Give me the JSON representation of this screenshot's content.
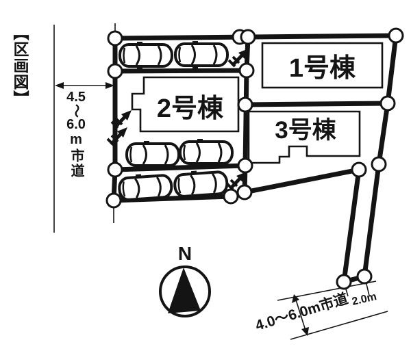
{
  "title": "【区画図】",
  "compass": {
    "north_label": "N"
  },
  "buildings": {
    "b1": {
      "label": "1号棟"
    },
    "b2": {
      "label": "2号棟"
    },
    "b3": {
      "label": "3号棟"
    }
  },
  "roads": {
    "left": {
      "min": "4.5",
      "tilde": "〜",
      "max": "6.0",
      "unit_suffix": "m市道"
    },
    "bottom": {
      "label": "4.0〜6.0m市道"
    },
    "lane": {
      "width_label": "2.0m"
    }
  },
  "colors": {
    "ink": "#141414",
    "paper": "#ffffff"
  }
}
